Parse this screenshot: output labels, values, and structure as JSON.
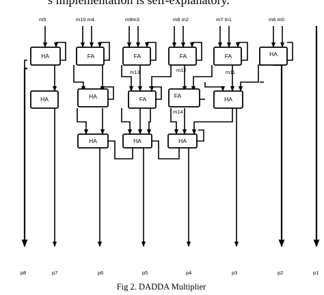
{
  "clipped_text": "s implementation is self-explanatory.",
  "input_labels": {
    "m5": "m5",
    "m10m4": "m10 m4",
    "m9m3": "m9m3",
    "m8m2": "m8 m2",
    "m7m1": "m7 m1",
    "m6m0": "m6 m0"
  },
  "internal_labels": {
    "m13": "m13",
    "m12": "m12",
    "m11": "m11",
    "m14": "m14"
  },
  "blocks": {
    "ha": "HA",
    "fa": "FA"
  },
  "outputs": [
    "p8",
    "p7",
    "p6",
    "p5",
    "p4",
    "p3",
    "p2",
    "p1"
  ],
  "caption": "Fig 2. DADDA Multiplier"
}
